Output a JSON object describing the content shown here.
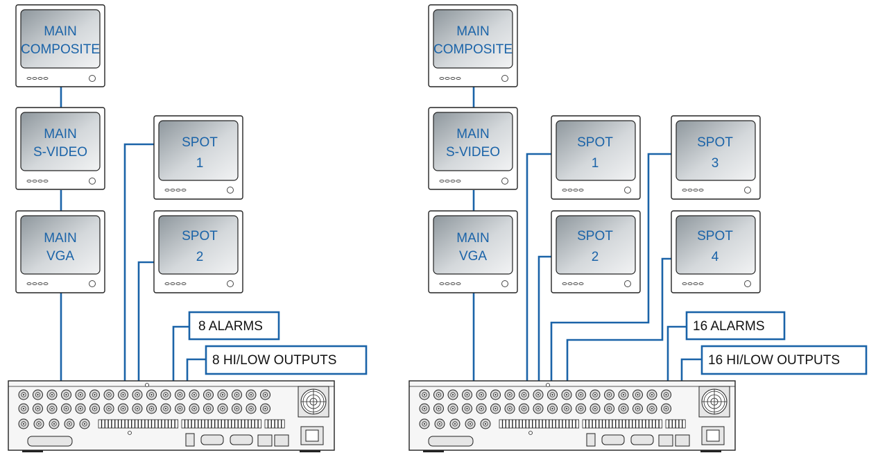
{
  "left_panel": {
    "monitors": [
      {
        "lines": [
          "MAIN",
          "COMPOSITE"
        ]
      },
      {
        "lines": [
          "MAIN",
          "S-VIDEO"
        ]
      },
      {
        "lines": [
          "MAIN",
          "VGA"
        ]
      },
      {
        "lines": [
          "SPOT",
          "1"
        ]
      },
      {
        "lines": [
          "SPOT",
          "2"
        ]
      }
    ],
    "alarms_label": "8 ALARMS",
    "outputs_label": "8 HI/LOW OUTPUTS"
  },
  "right_panel": {
    "monitors": [
      {
        "lines": [
          "MAIN",
          "COMPOSITE"
        ]
      },
      {
        "lines": [
          "MAIN",
          "S-VIDEO"
        ]
      },
      {
        "lines": [
          "MAIN",
          "VGA"
        ]
      },
      {
        "lines": [
          "SPOT",
          "1"
        ]
      },
      {
        "lines": [
          "SPOT",
          "2"
        ]
      },
      {
        "lines": [
          "SPOT",
          "3"
        ]
      },
      {
        "lines": [
          "SPOT",
          "4"
        ]
      }
    ],
    "alarms_label": "16 ALARMS",
    "outputs_label": "16 HI/LOW OUTPUTS"
  },
  "colors": {
    "cable": "#1a63a8",
    "text": "#1a63a8",
    "screen_top": "#9aa2a8",
    "screen_bottom": "#eef0f1"
  }
}
